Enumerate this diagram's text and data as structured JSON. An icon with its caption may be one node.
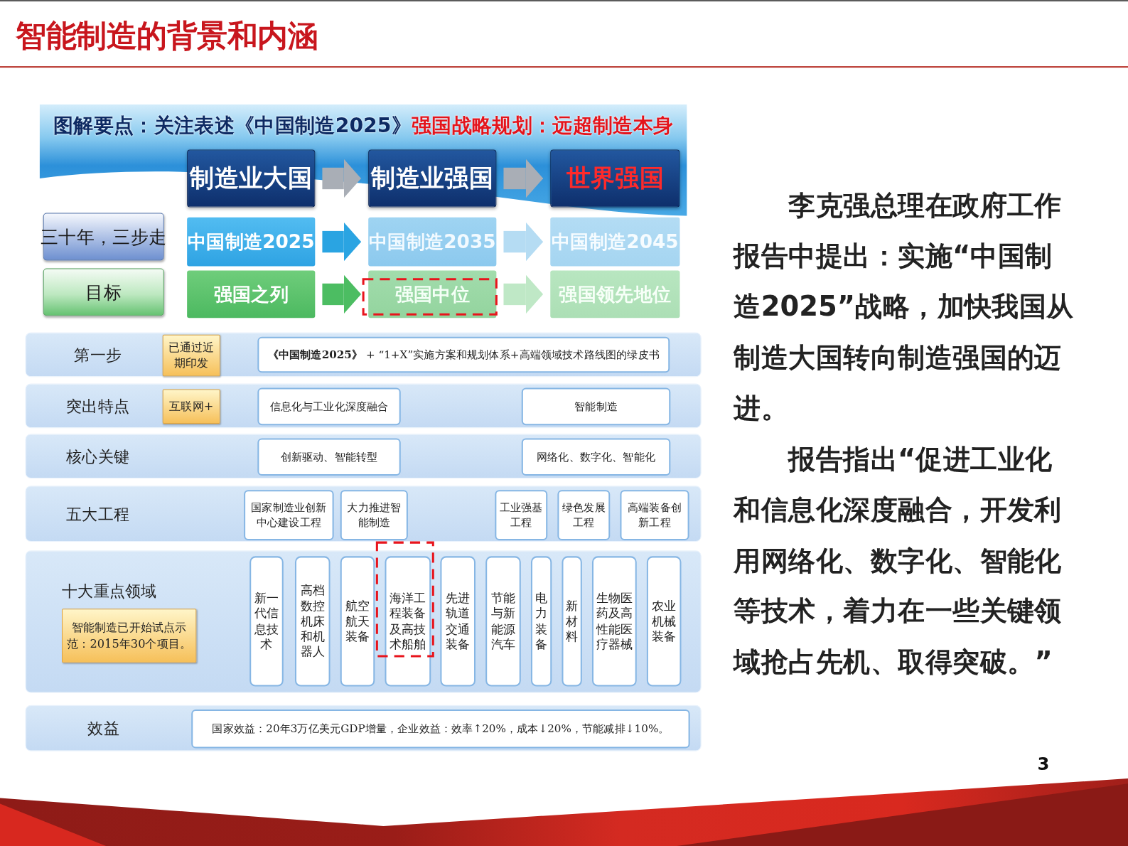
{
  "diagram": {
    "title": "智能制造的背景和内涵",
    "nodes": [
      {
        "text": [
          "制造业大国"
        ]
      },
      {
        "text": [
          "制造业强国"
        ]
      },
      {
        "text": [
          "世界强国"
        ]
      },
      {
        "text": [
          "三十年，三步走"
        ]
      },
      {
        "text": [
          "中国制造2025"
        ]
      },
      {
        "text": [
          "中国制造2035"
        ]
      },
      {
        "text": [
          "中国制造2045"
        ]
      },
      {
        "text": [
          "目标"
        ]
      },
      {
        "text": [
          "强国之列"
        ]
      },
      {
        "text": [
          "强国中位"
        ]
      },
      {
        "text": [
          "强国领先地位"
        ]
      },
      {
        "text": [
          "第一步"
        ]
      },
      {
        "text": [
          "已通过近期印发"
        ],
        "in": 11
      },
      {
        "text": [
          "**《中国制造2025》** + “1+X”实施方案和规划体系+高端领域技术路线图的绿皮书"
        ],
        "in": 11
      },
      {
        "text": [
          "突出特点"
        ]
      },
      {
        "text": [
          "互联网+"
        ],
        "in": 14
      },
      {
        "text": [
          "信息化与工业化深度融合"
        ],
        "in": 14
      },
      {
        "text": [
          "智能制造"
        ],
        "in": 14
      },
      {
        "text": [
          "核心关键"
        ]
      },
      {
        "text": [
          "创新驱动、智能转型"
        ],
        "in": 18
      },
      {
        "text": [
          "网络化、数字化、智能化"
        ],
        "in": 18
      },
      {
        "text": [
          "五大工程"
        ]
      },
      {
        "text": [
          "国家制造业创新中心建设工程"
        ],
        "in": 21
      },
      {
        "text": [
          "大力推进智能制造"
        ],
        "in": 21
      },
      {
        "text": [
          "工业强基工程"
        ],
        "in": 21
      },
      {
        "text": [
          "绿色发展工程"
        ],
        "in": 21
      },
      {
        "text": [
          "高端装备创新工程"
        ],
        "in": 21
      },
      {
        "text": [
          "十大重点领域"
        ]
      },
      {
        "text": [
          "智能制造已开始试点示范：2015年30个项目。"
        ],
        "in": 27
      },
      {
        "text": [
          "新一代信息技术"
        ],
        "in": 27
      },
      {
        "text": [
          "高档数控机床和机器人"
        ],
        "in": 27
      },
      {
        "text": [
          "航空航天装备"
        ],
        "in": 27
      },
      {
        "text": [
          "海洋工程装备及高技术船舶"
        ],
        "in": 27
      },
      {
        "text": [
          "先进轨道交通装备"
        ],
        "in": 27
      },
      {
        "text": [
          "节能与新能源汽车"
        ],
        "in": 27
      },
      {
        "text": [
          "电力装备"
        ],
        "in": 27
      },
      {
        "text": [
          "新材料"
        ],
        "in": 27
      },
      {
        "text": [
          "生物医药及高性能医疗器械"
        ],
        "in": 27
      },
      {
        "text": [
          "农业机械装备"
        ],
        "in": 27
      },
      {
        "text": [
          "效益"
        ]
      },
      {
        "text": [
          "国家效益：20年3万亿美元GDP增量，企业效益：效率↑20%，成本↓20%，节能减排↓10%。"
        ],
        "in": 39
      }
    ],
    "edges": [
      {
        "from": 0,
        "to": 1,
        "arrow": "to",
        "color": "#a9aeb6"
      },
      {
        "from": 1,
        "to": 2,
        "arrow": "to",
        "color": "#a9aeb6"
      },
      {
        "from": 4,
        "to": 5,
        "arrow": "to",
        "color": "#2aa4e2"
      },
      {
        "from": 5,
        "to": 6,
        "arrow": "to",
        "color": "#b5dcf3"
      },
      {
        "from": 8,
        "to": 9,
        "arrow": "to",
        "color": "#4cbd62"
      },
      {
        "from": 9,
        "to": 10,
        "arrow": "to",
        "color": "#bfe8c6"
      }
    ],
    "labels": [
      "图解要点：关注表述《中国制造2025》",
      "强国战略规划：远超制造本身",
      "李克强总理在政府工作报告中提出：实施“中国制造2025”战略，加快我国从制造大国转向制造强国的迈进。",
      "报告指出“促进工业化和信息化深度融合，开发利用网络化、数字化、智能化等技术，着力在一些关键领域抢占先机、取得突破。”",
      "3"
    ]
  }
}
